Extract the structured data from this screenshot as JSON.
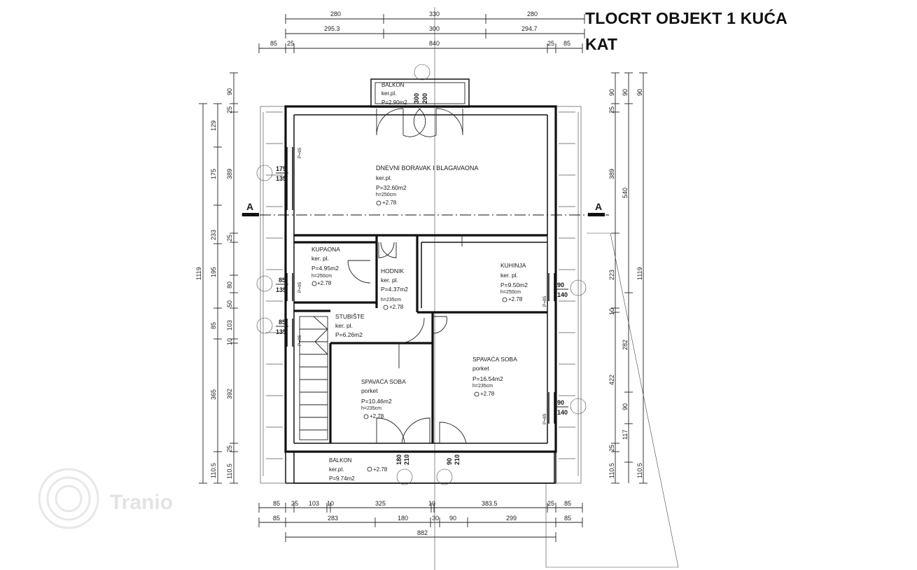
{
  "title": {
    "line1": "TLOCRT OBJEKT 1 KUĆA",
    "line2": "KAT"
  },
  "section_marker": "A",
  "rooms": {
    "living": {
      "name": "DNEVNI BORAVAK I BLAGAVAONA",
      "floor": "ker.pl.",
      "area": "P=32.60m2",
      "height": "h=250cm",
      "level": "+2.78"
    },
    "bath": {
      "name": "KUPAONA",
      "floor": "ker. pl.",
      "area": "P=4.95m2",
      "height": "h=250cm",
      "level": "+2.78"
    },
    "hall": {
      "name": "HODNIK",
      "floor": "ker. pl.",
      "area": "P=4.37m2",
      "height": "h=235cm",
      "level": "+2.78"
    },
    "kitchen": {
      "name": "KUHINJA",
      "floor": "ker. pl.",
      "area": "P=9.50m2",
      "height": "h=250cm",
      "level": "+2.78"
    },
    "stairs": {
      "name": "STUBIŠTE",
      "floor": "ker. pl.",
      "area": "P=6.26m2"
    },
    "bed1": {
      "name": "SPAVAĆA SOBA",
      "floor": "porket",
      "area": "P=10.46m2",
      "height": "h=235cm",
      "level": "+2.78"
    },
    "bed2": {
      "name": "SPAVAĆA SOBA",
      "floor": "porket",
      "area": "P=16.54m2",
      "height": "h=235cm",
      "level": "+2.78"
    },
    "balcony_top": {
      "name": "BALKON",
      "floor": "ker.pl.",
      "area": "P=2.90m2"
    },
    "balcony_bottom": {
      "name": "BALKON",
      "floor": "ker.pl.",
      "area": "P=9.74m2",
      "level": "+2.78"
    }
  },
  "openings": {
    "balcony_door": {
      "w": "300",
      "h": "200"
    },
    "win_living": {
      "w": "175",
      "h": "135"
    },
    "win_bath": {
      "w": "85",
      "h": "135"
    },
    "win_stairs": {
      "w": "85",
      "h": "135"
    },
    "win_kitchen": {
      "w": "90",
      "h": "140"
    },
    "win_bed2": {
      "w": "90",
      "h": "140"
    },
    "door_bed1": {
      "w": "180",
      "h": "210"
    },
    "door_bed2": {
      "w": "90",
      "h": "210"
    },
    "sill_living": "P=95",
    "sill_bath": "P=95",
    "sill_stairs": "P=95",
    "sill_kitchen": "P=85",
    "sill_bed2": "P=85"
  },
  "dimensions": {
    "top_row1": [
      "280",
      "330",
      "280"
    ],
    "top_row2": [
      "295.3",
      "300",
      "294.7"
    ],
    "top_row3": [
      "85",
      "25",
      "840",
      "25",
      "85"
    ],
    "bottom_row1": [
      "85",
      "25",
      "103",
      "10",
      "325",
      "10",
      "383.5",
      "25",
      "85"
    ],
    "bottom_row2": [
      "85",
      "283",
      "180",
      "30",
      "90",
      "299",
      "85"
    ],
    "bottom_total": "882",
    "left_outer": [
      "1119"
    ],
    "left_mid": [
      "129",
      "175",
      "233",
      "195",
      "85",
      "365",
      "110.5"
    ],
    "left_inner": [
      "90",
      "25",
      "389",
      "25",
      "80",
      "50",
      "103",
      "10",
      "392",
      "25",
      "110.5"
    ],
    "right_inner": [
      "90",
      "25",
      "389",
      "223",
      "10",
      "422",
      "25",
      "110.5"
    ],
    "right_mid": [
      "90",
      "540",
      "282",
      "90",
      "117"
    ],
    "right_outer": [
      "1119"
    ]
  },
  "watermark": "Tranio"
}
